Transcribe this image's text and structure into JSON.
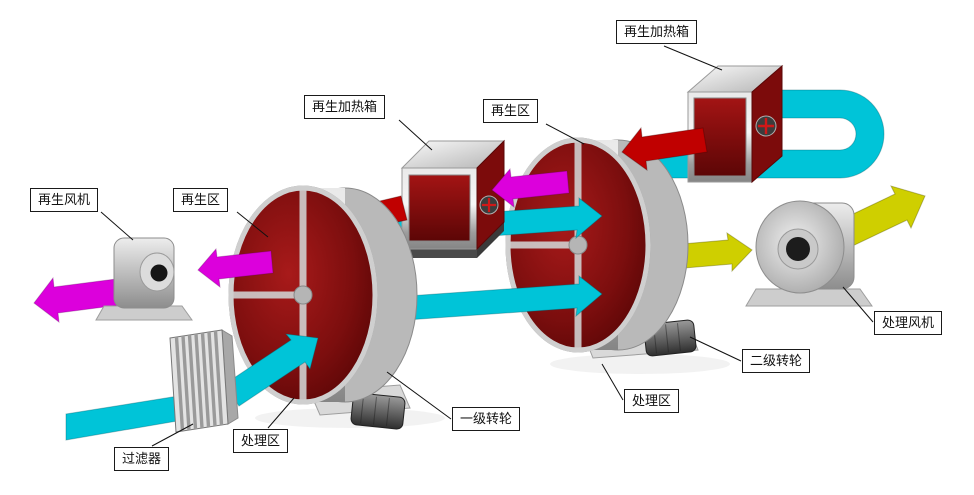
{
  "diagram": {
    "labels": {
      "regen_heater_top": "再生加热箱",
      "regen_heater_mid": "再生加热箱",
      "regen_zone_right": "再生区",
      "regen_zone_left": "再生区",
      "regen_fan": "再生风机",
      "process_fan": "处理风机",
      "rotor_stage2": "二级转轮",
      "rotor_stage1": "一级转轮",
      "process_zone_right": "处理区",
      "process_zone_left": "处理区",
      "filter": "过滤器"
    },
    "colors": {
      "process_air": "#00c4d8",
      "regen_air": "#dc00dc",
      "heated_air": "#c00000",
      "dry_air": "#cfcf00",
      "rotor_face": "#7a0d0d",
      "metal": "#c0c0c0"
    }
  }
}
